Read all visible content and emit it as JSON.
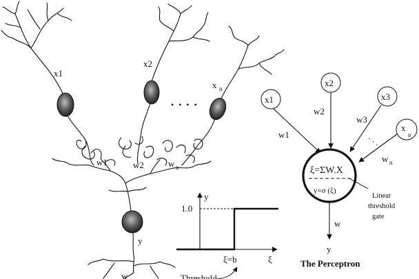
{
  "colors": {
    "ink": "#111111",
    "cell_body": "#555555",
    "background": "#ffffff"
  },
  "neuron": {
    "inputs": [
      "x1",
      "x2",
      "x",
      "n"
    ],
    "dots": "• • • •",
    "weights": [
      "w1",
      "w2",
      "w",
      "n"
    ],
    "output": "y",
    "bottom_weight": "w"
  },
  "step_plot": {
    "y_axis": "y",
    "one": "1.0",
    "x_axis": "ξ",
    "threshold_point": "ξ=b",
    "threshold_caption": "Threshold"
  },
  "perceptron": {
    "inputs": [
      "x1",
      "x2",
      "x3",
      "x",
      "n"
    ],
    "weights": [
      "w1",
      "w2",
      "w3",
      "w",
      "n"
    ],
    "sum": "ξ=ΣW.X",
    "activation": "y=σ (ξ)",
    "gate_label": [
      "Linear",
      "threshold",
      "gate"
    ],
    "out_weight": "w",
    "output": "y",
    "dots": "· · ·",
    "title": "The Perceptron"
  }
}
